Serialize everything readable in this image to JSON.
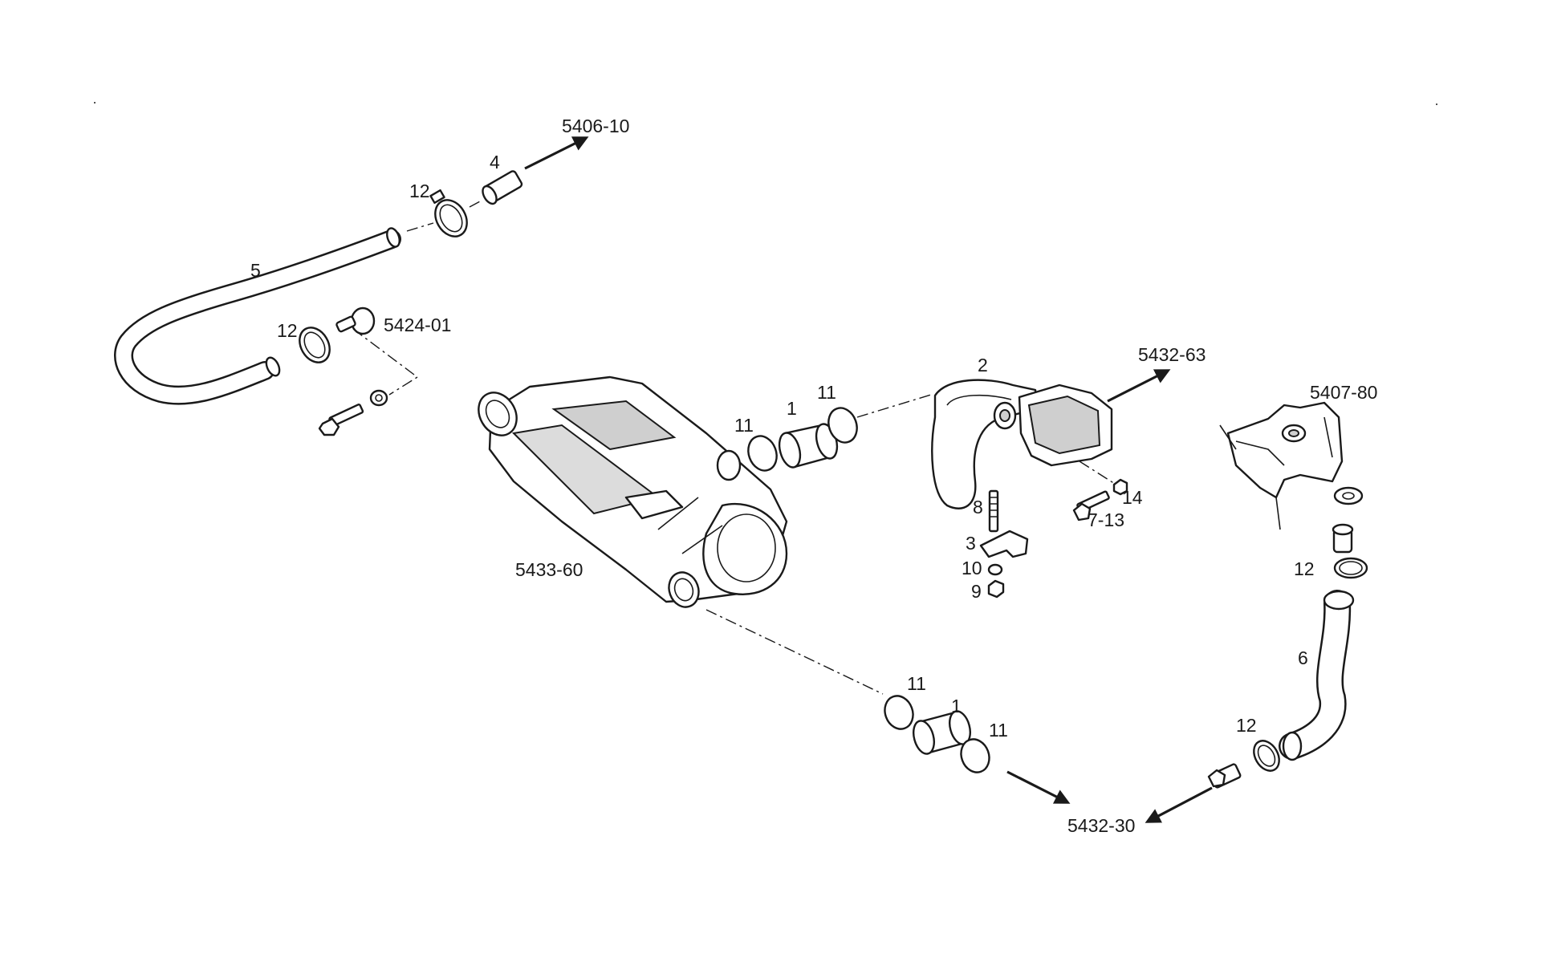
{
  "labels": {
    "ref_5406_10": "5406-10",
    "ref_5424_01": "5424-01",
    "ref_5432_63": "5432-63",
    "ref_5407_80": "5407-80",
    "ref_5433_60": "5433-60",
    "ref_5432_30": "5432-30",
    "part_1_upper": "1",
    "part_1_lower": "1",
    "part_2": "2",
    "part_3": "3",
    "part_4": "4",
    "part_5": "5",
    "part_6": "6",
    "part_7_13": "7-13",
    "part_8": "8",
    "part_9": "9",
    "part_10": "10",
    "part_11_a": "11",
    "part_11_b": "11",
    "part_11_c": "11",
    "part_11_d": "11",
    "part_12_a": "12",
    "part_12_b": "12",
    "part_12_c": "12",
    "part_12_d": "12",
    "part_14": "14"
  },
  "colors": {
    "line": "#1a1a1a",
    "shade": "#cfcfcf",
    "background": "#ffffff"
  }
}
